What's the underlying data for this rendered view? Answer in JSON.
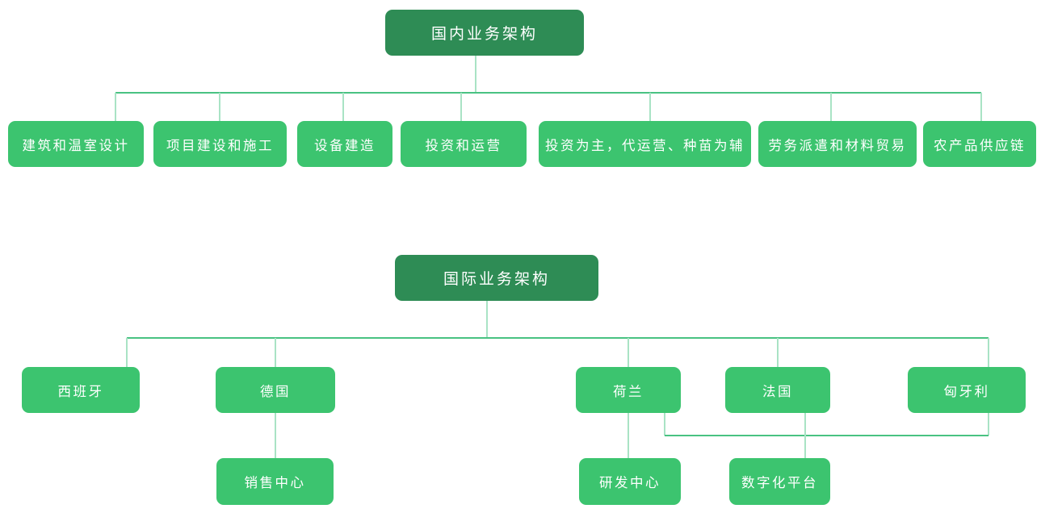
{
  "diagram": {
    "domestic": {
      "root": "国内业务架构",
      "children": [
        "建筑和温室设计",
        "项目建设和施工",
        "设备建造",
        "投资和运营",
        "投资为主，代运营、种苗为辅",
        "劳务派遣和材料贸易",
        "农产品供应链"
      ]
    },
    "international": {
      "root": "国际业务架构",
      "children": [
        "西班牙",
        "德国",
        "荷兰",
        "法国",
        "匈牙利"
      ],
      "subsidiaries": [
        {
          "parent": "德国",
          "label": "销售中心"
        },
        {
          "parent": "荷兰",
          "label": "研发中心"
        },
        {
          "parent": "荷兰、法国、匈牙利",
          "label": "数字化平台"
        }
      ]
    }
  },
  "colors": {
    "root_fill": "#2E8C55",
    "child_fill": "#3CC46F",
    "text": "#FFFFFF",
    "line_vertical": "#A9E3C5",
    "line_horizontal": "#49C282",
    "background": "#FFFFFF"
  }
}
